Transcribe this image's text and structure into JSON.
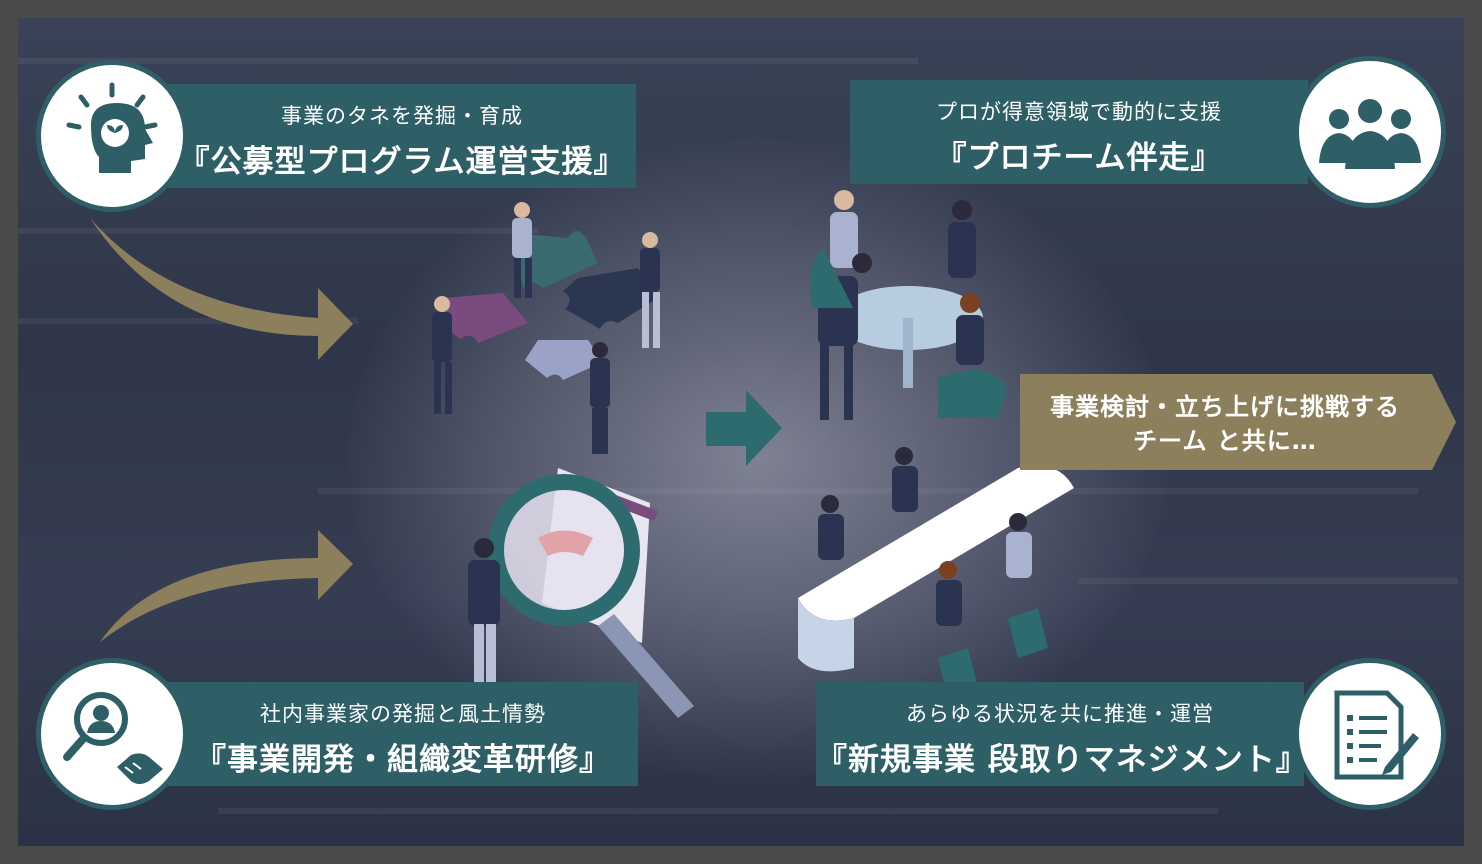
{
  "panels": {
    "top_left": {
      "sub": "事業のタネを発掘・育成",
      "main": "『公募型プログラム運営支援』",
      "icon": "lightbulb-head-icon"
    },
    "top_right": {
      "sub": "プロが得意領域で動的に支援",
      "main": "『プロチーム伴走』",
      "icon": "team-people-icon"
    },
    "bottom_left": {
      "sub": "社内事業家の発掘と風土情勢",
      "main": "『事業開発・組織変革研修』",
      "icon": "search-handshake-icon"
    },
    "bottom_right": {
      "sub": "あらゆる状況を共に推進・運営",
      "main": "『新規事業 段取りマネジメント』",
      "icon": "document-pen-icon"
    }
  },
  "callout": {
    "line1": "事業検討・立ち上げに挑戦する",
    "line2": "チーム と共に…"
  },
  "colors": {
    "teal": "#2e5f67",
    "gold": "#8c7f5c",
    "background": "#323a4f"
  }
}
